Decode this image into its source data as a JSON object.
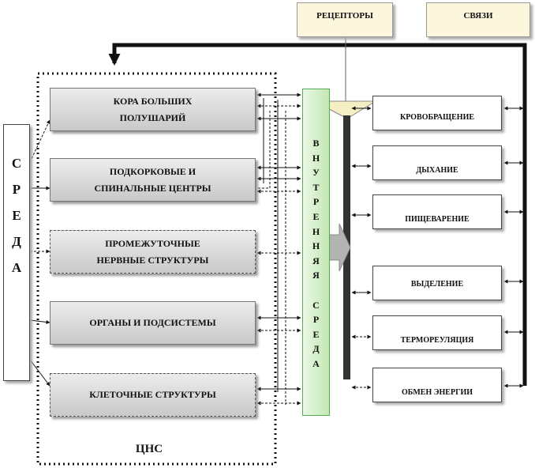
{
  "environment": {
    "letters": [
      "С",
      "Р",
      "Е",
      "Д",
      "А"
    ]
  },
  "top_labels": {
    "receptors": "РЕЦЕПТОРЫ",
    "links": "СВЯЗИ"
  },
  "cns": {
    "label": "ЦНС",
    "boxes": [
      {
        "line1": "КОРА БОЛЬШИХ",
        "line2": "ПОЛУШАРИЙ"
      },
      {
        "line1": "ПОДКОРКОВЫЕ И",
        "line2": "СПИНАЛЬНЫЕ ЦЕНТРЫ"
      },
      {
        "line1": "ПРОМЕЖУТОЧНЫЕ",
        "line2": "НЕРВНЫЕ СТРУКТУРЫ"
      },
      {
        "line1": "ОРГАНЫ И ПОДСИСТЕМЫ",
        "line2": ""
      },
      {
        "line1": "КЛЕТОЧНЫЕ СТРУКТУРЫ",
        "line2": ""
      }
    ]
  },
  "internal_env": {
    "letters": [
      "В",
      "Н",
      "У",
      "Т",
      "Р",
      "Е",
      "Н",
      "Н",
      "Я",
      "Я",
      "",
      "С",
      "Р",
      "Е",
      "Д",
      "А"
    ]
  },
  "organs": [
    "КРОВОБРАЩЕНИЕ",
    "ДЫХАНИЕ",
    "ПИЩЕВАРЕНИЕ",
    "ВЫДЕЛЕНИЕ",
    "ТЕРМОРЕУЛЯЦИЯ",
    "ОБМЕН ЭНЕРГИИ"
  ],
  "colors": {
    "cns_fill": "#d9d9d9",
    "internal_env_fill": "#d4efc8",
    "top_fill": "#fbf6dc",
    "line": "#111111"
  }
}
